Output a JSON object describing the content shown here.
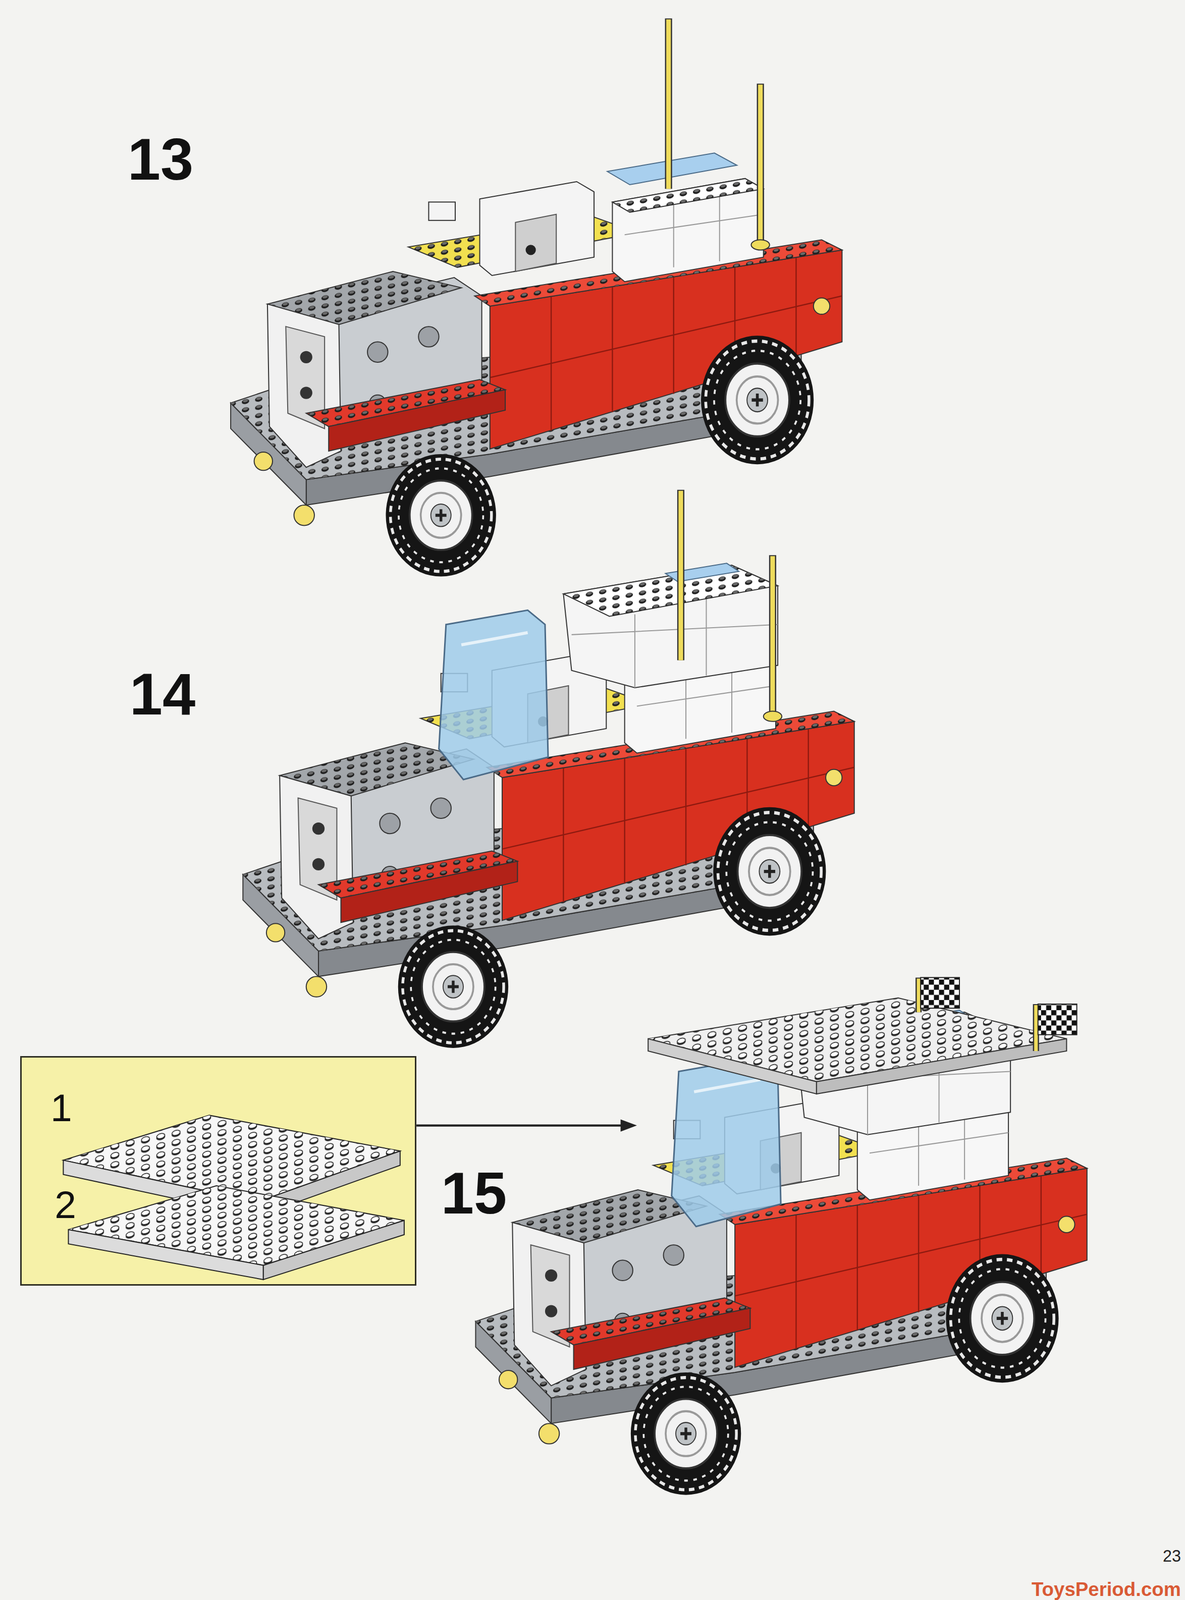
{
  "diagram": {
    "nodes": [
      {
        "text": [
          "1",
          "2"
        ]
      }
    ],
    "labels": [
      "13",
      "14",
      "15",
      "23",
      "ToysPeriod.com"
    ]
  }
}
